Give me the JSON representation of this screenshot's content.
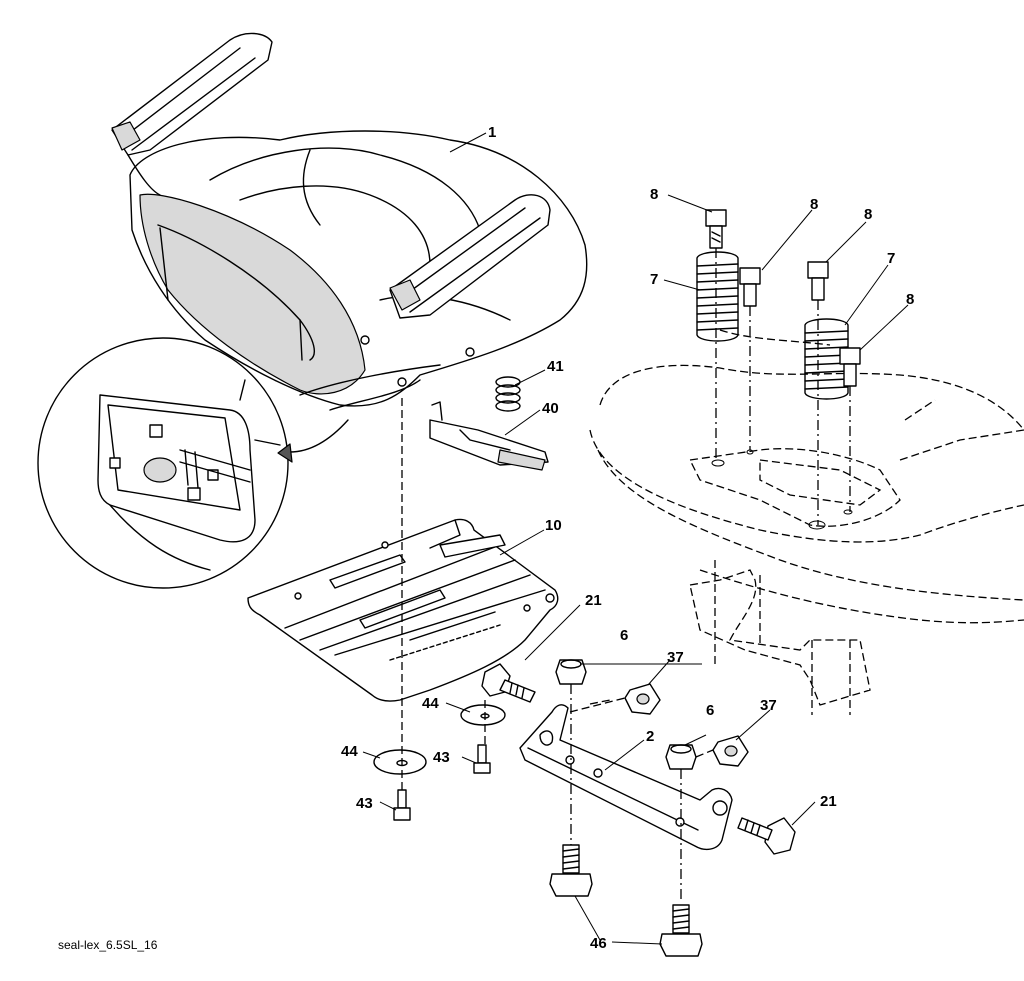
{
  "drawing_id": "seal-lex_6.5SL_16",
  "callouts": {
    "c1": "1",
    "c2": "2",
    "c6a": "6",
    "c6b": "6",
    "c7a": "7",
    "c7b": "7",
    "c8a": "8",
    "c8b": "8",
    "c8c": "8",
    "c8d": "8",
    "c10": "10",
    "c21a": "21",
    "c21b": "21",
    "c37a": "37",
    "c37b": "37",
    "c40": "40",
    "c41": "41",
    "c43a": "43",
    "c43b": "43",
    "c44a": "44",
    "c44b": "44",
    "c46": "46"
  }
}
